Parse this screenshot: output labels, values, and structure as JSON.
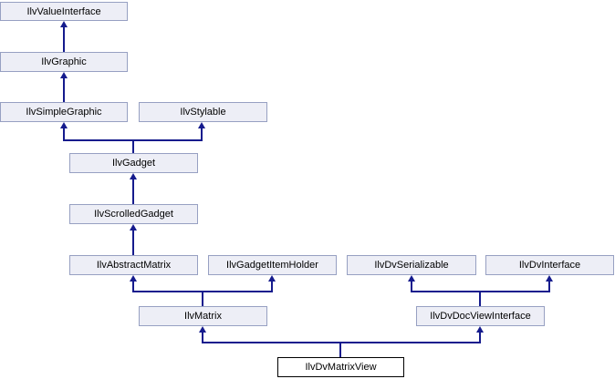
{
  "diagram": {
    "type": "class-inheritance-graph",
    "nodes": [
      {
        "label": "IlvValueInterface",
        "current": false
      },
      {
        "label": "IlvGraphic",
        "current": false
      },
      {
        "label": "IlvSimpleGraphic",
        "current": false
      },
      {
        "label": "IlvStylable",
        "current": false
      },
      {
        "label": "IlvGadget",
        "current": false
      },
      {
        "label": "IlvScrolledGadget",
        "current": false
      },
      {
        "label": "IlvAbstractMatrix",
        "current": false
      },
      {
        "label": "IlvGadgetItemHolder",
        "current": false
      },
      {
        "label": "IlvDvSerializable",
        "current": false
      },
      {
        "label": "IlvDvInterface",
        "current": false
      },
      {
        "label": "IlvMatrix",
        "current": false
      },
      {
        "label": "IlvDvDocViewInterface",
        "current": false
      },
      {
        "label": "IlvDvMatrixView",
        "current": true
      }
    ],
    "edges": [
      {
        "from": "IlvGraphic",
        "to": "IlvValueInterface"
      },
      {
        "from": "IlvSimpleGraphic",
        "to": "IlvGraphic"
      },
      {
        "from": "IlvGadget",
        "to": "IlvSimpleGraphic"
      },
      {
        "from": "IlvGadget",
        "to": "IlvStylable"
      },
      {
        "from": "IlvScrolledGadget",
        "to": "IlvGadget"
      },
      {
        "from": "IlvAbstractMatrix",
        "to": "IlvScrolledGadget"
      },
      {
        "from": "IlvMatrix",
        "to": "IlvAbstractMatrix"
      },
      {
        "from": "IlvMatrix",
        "to": "IlvGadgetItemHolder"
      },
      {
        "from": "IlvDvDocViewInterface",
        "to": "IlvDvSerializable"
      },
      {
        "from": "IlvDvDocViewInterface",
        "to": "IlvDvInterface"
      },
      {
        "from": "IlvDvMatrixView",
        "to": "IlvMatrix"
      },
      {
        "from": "IlvDvMatrixView",
        "to": "IlvDvDocViewInterface"
      }
    ],
    "colors": {
      "background": "#ffffff",
      "node_fill": "#edeef6",
      "node_border": "#97a0c2",
      "current_fill": "#ffffff",
      "current_border": "#000000",
      "edge": "#151b8d",
      "text": "#000000"
    }
  }
}
